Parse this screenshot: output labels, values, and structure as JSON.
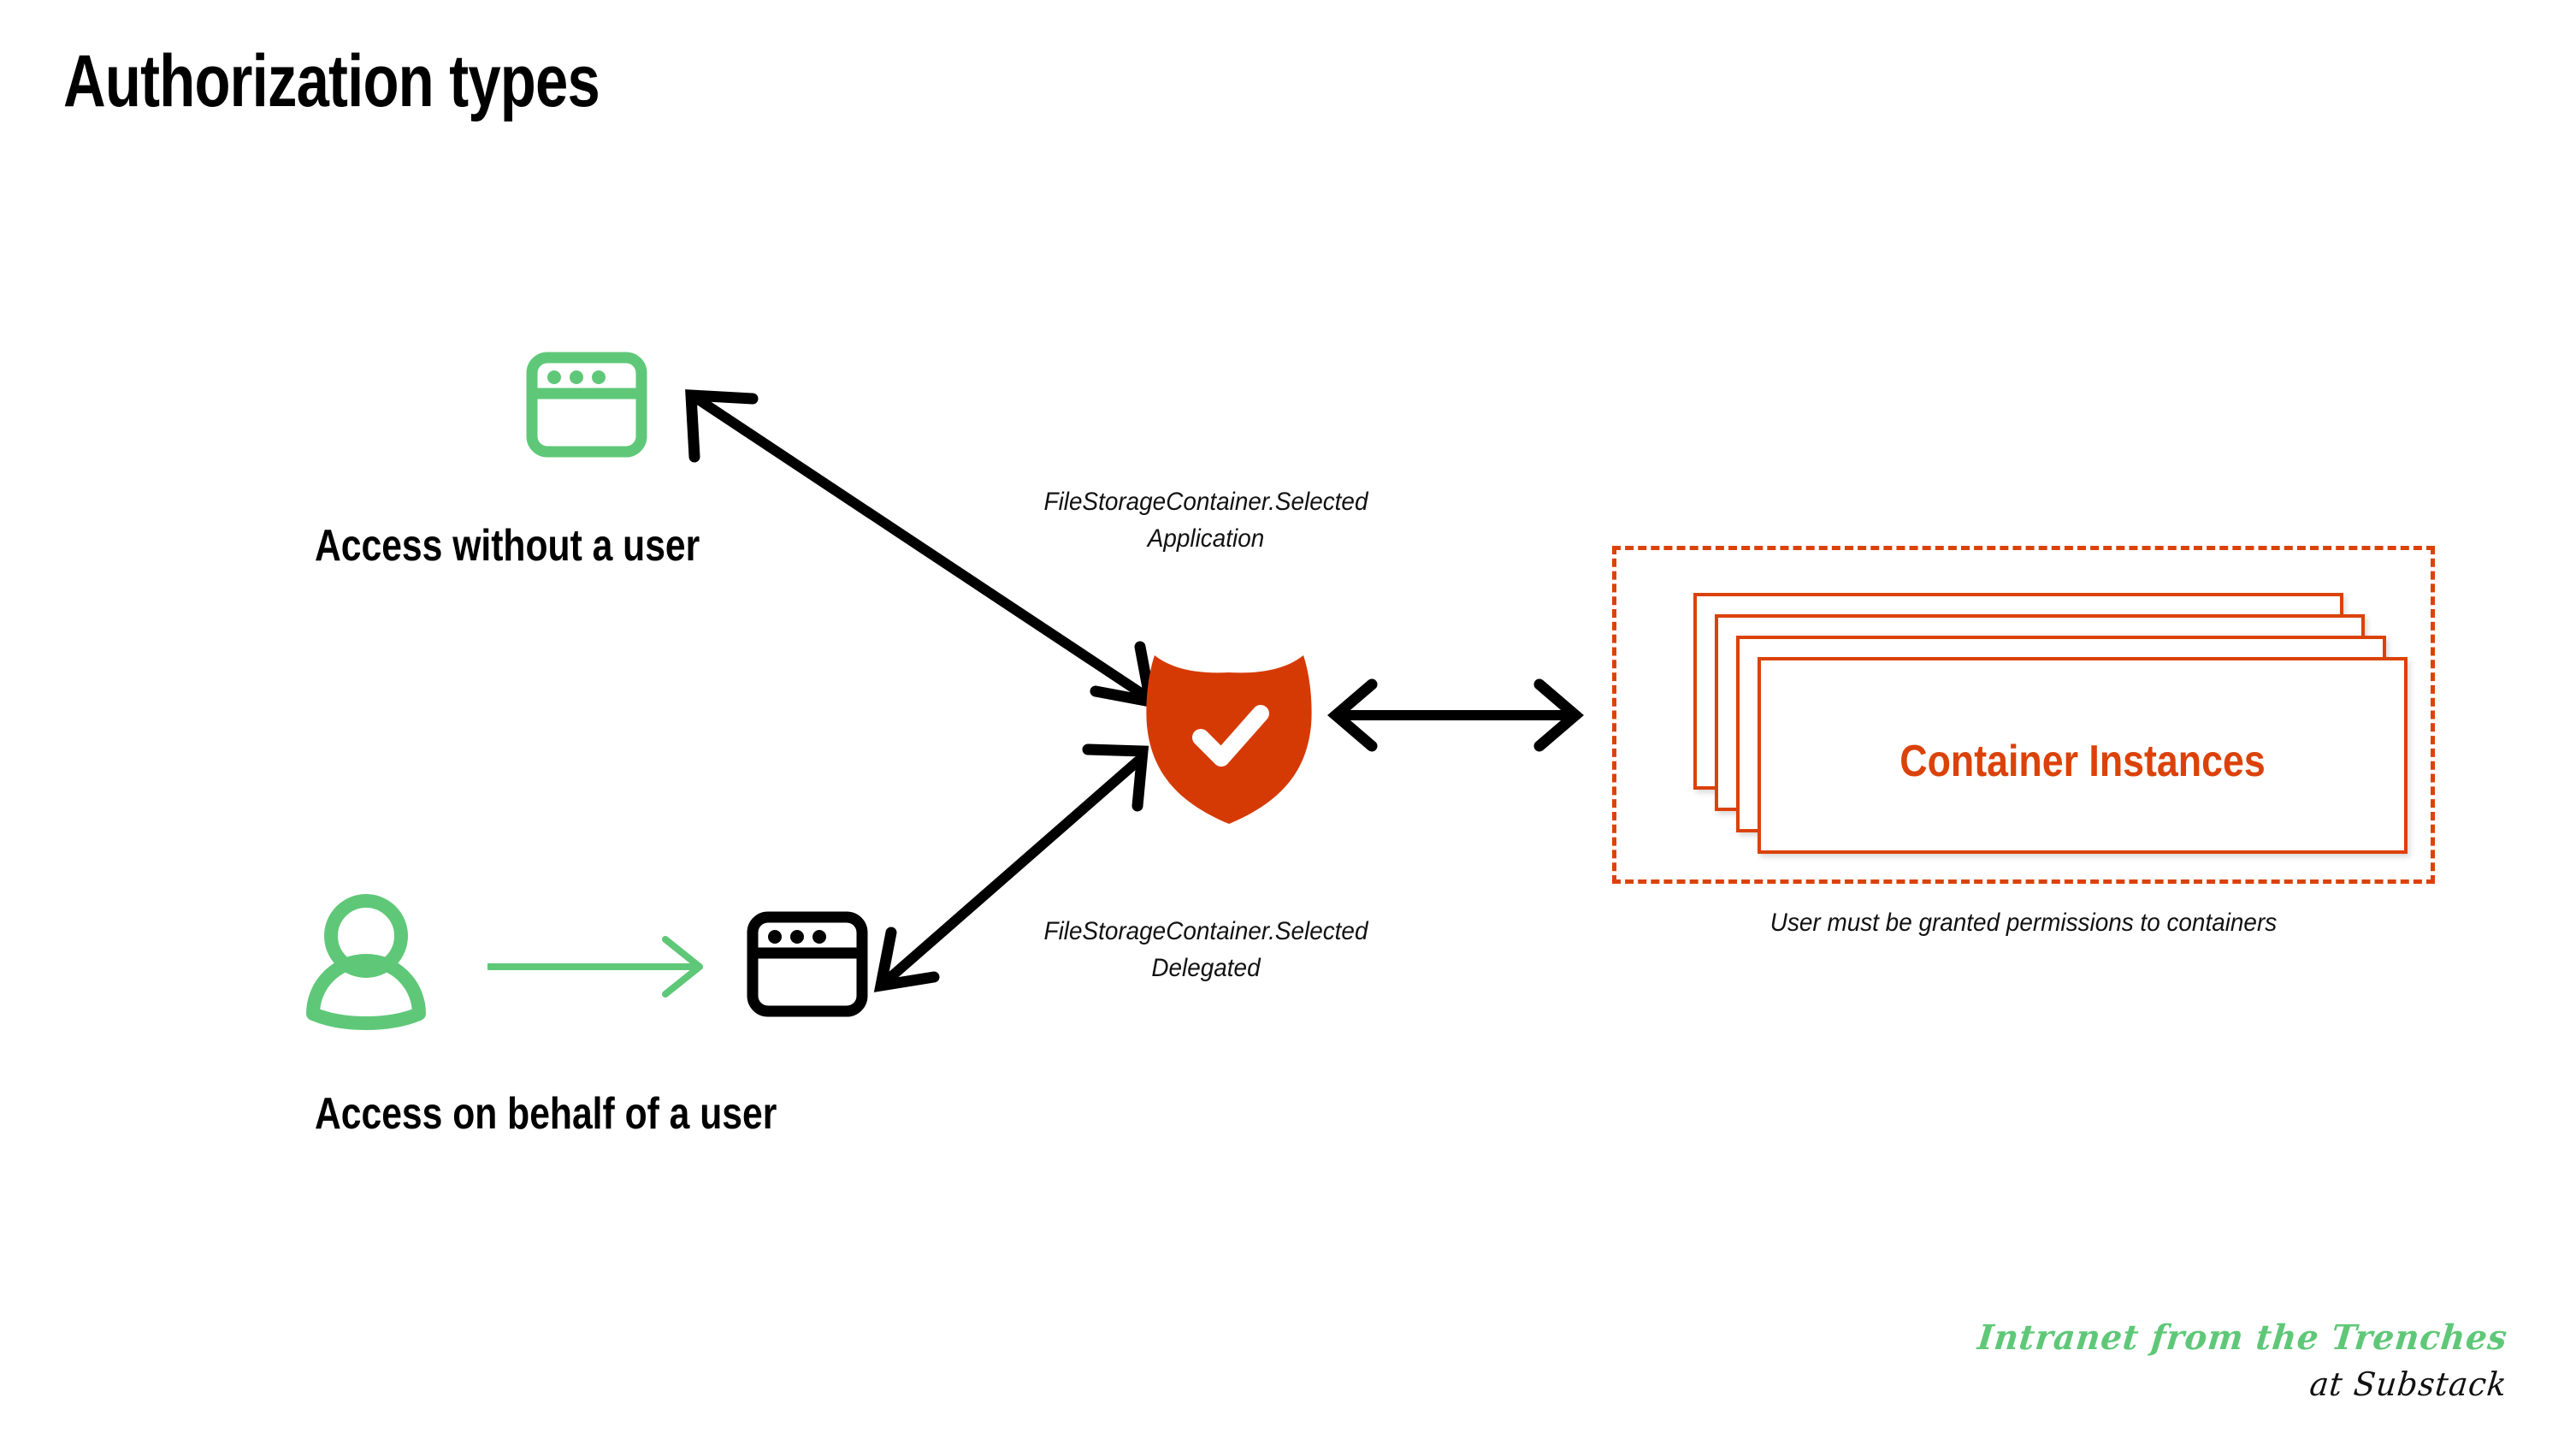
{
  "slide": {
    "title": "Authorization types",
    "background": "#ffffff"
  },
  "colors": {
    "green": "#5FC878",
    "orange": "#DB4209",
    "shield_red": "#D63A04",
    "black": "#000000"
  },
  "flows": [
    {
      "id": "app-only",
      "label": "Access without a user",
      "actor_icon": "browser-window-icon",
      "actor_icon_color": "#5FC878",
      "scope": "FileStorageContainer.Selected",
      "scope_type": "Application",
      "arrow": "double-headed-diagonal-arrow"
    },
    {
      "id": "delegated",
      "label": "Access on behalf of a user",
      "actor_icon": "browser-window-icon",
      "actor_icon_color": "#000000",
      "user_icon": "person-icon",
      "user_arrow": "green-right-arrow",
      "scope": "FileStorageContainer.Selected",
      "scope_type": "Delegated",
      "arrow": "double-headed-diagonal-arrow"
    }
  ],
  "auth": {
    "icon": "shield-check-icon",
    "color": "#D63A04"
  },
  "link": {
    "icon": "double-headed-horizontal-arrow",
    "color": "#000000"
  },
  "containers": {
    "title": "Container Instances",
    "note": "User must be granted permissions to containers",
    "card_count": 4,
    "border_color": "#DB4209",
    "boundary_style": "dashed"
  },
  "brand": {
    "line1": "Intranet from the Trenches",
    "line2": "at Substack"
  }
}
